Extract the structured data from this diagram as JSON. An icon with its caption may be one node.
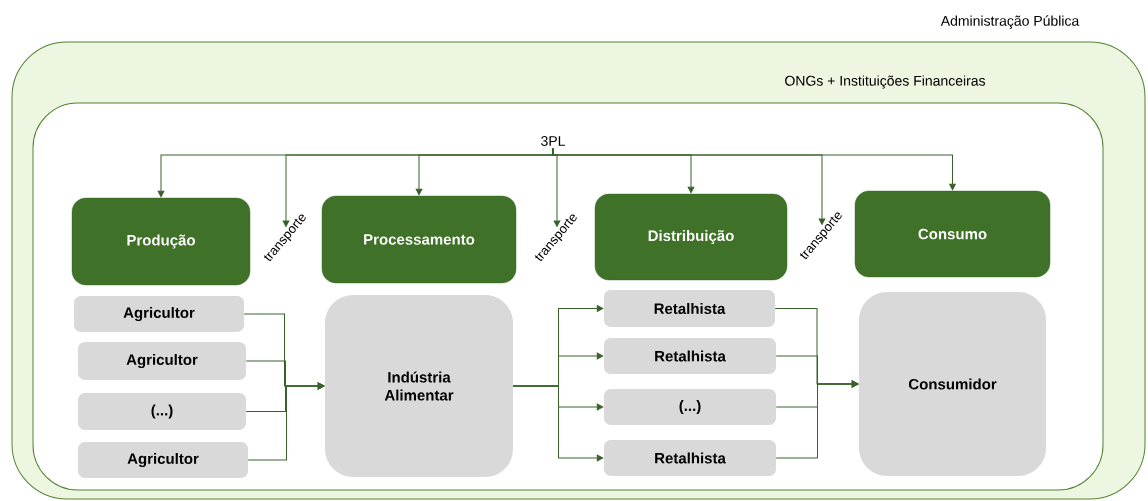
{
  "diagram": {
    "nodes": [
      {
        "text": [
          "Administração Pública"
        ]
      },
      {
        "text": [
          "ONGs + Instituições Financeiras"
        ],
        "in": 0
      },
      {
        "text": [
          "3PL"
        ],
        "in": 1
      },
      {
        "text": [
          "Produção"
        ],
        "in": 1
      },
      {
        "text": [
          "transporte"
        ],
        "in": 1
      },
      {
        "text": [
          "Processamento"
        ],
        "in": 1
      },
      {
        "text": [
          "transporte"
        ],
        "in": 1
      },
      {
        "text": [
          "Distribuição"
        ],
        "in": 1
      },
      {
        "text": [
          "transporte"
        ],
        "in": 1
      },
      {
        "text": [
          "Consumo"
        ],
        "in": 1
      },
      {
        "text": [
          "Agricultor"
        ],
        "in": 1
      },
      {
        "text": [
          "Agricultor"
        ],
        "in": 1
      },
      {
        "text": [
          "(...)"
        ],
        "in": 1
      },
      {
        "text": [
          "Agricultor"
        ],
        "in": 1
      },
      {
        "text": [
          "Indústria Alimentar"
        ],
        "in": 1
      },
      {
        "text": [
          "Retalhista"
        ],
        "in": 1
      },
      {
        "text": [
          "Retalhista"
        ],
        "in": 1
      },
      {
        "text": [
          "(...)"
        ],
        "in": 1
      },
      {
        "text": [
          "Retalhista"
        ],
        "in": 1
      },
      {
        "text": [
          "Consumidor"
        ],
        "in": 1
      }
    ],
    "edges": [
      {
        "from": 2,
        "to": 3,
        "arrow": "to"
      },
      {
        "from": 2,
        "to": 4,
        "arrow": "to"
      },
      {
        "from": 2,
        "to": 5,
        "arrow": "to"
      },
      {
        "from": 2,
        "to": 6,
        "arrow": "to"
      },
      {
        "from": 2,
        "to": 7,
        "arrow": "to"
      },
      {
        "from": 2,
        "to": 8,
        "arrow": "to"
      },
      {
        "from": 2,
        "to": 9,
        "arrow": "to"
      },
      {
        "from": 10,
        "to": 14,
        "arrow": "to"
      },
      {
        "from": 11,
        "to": 14,
        "arrow": "to"
      },
      {
        "from": 12,
        "to": 14,
        "arrow": "to"
      },
      {
        "from": 13,
        "to": 14,
        "arrow": "to"
      },
      {
        "from": 14,
        "to": 15,
        "arrow": "to"
      },
      {
        "from": 14,
        "to": 16,
        "arrow": "to"
      },
      {
        "from": 14,
        "to": 17,
        "arrow": "to"
      },
      {
        "from": 14,
        "to": 18,
        "arrow": "to"
      },
      {
        "from": 15,
        "to": 19,
        "arrow": "to"
      },
      {
        "from": 16,
        "to": 19,
        "arrow": "to"
      },
      {
        "from": 17,
        "to": 19,
        "arrow": "to"
      },
      {
        "from": 18,
        "to": 19,
        "arrow": "to"
      }
    ]
  }
}
